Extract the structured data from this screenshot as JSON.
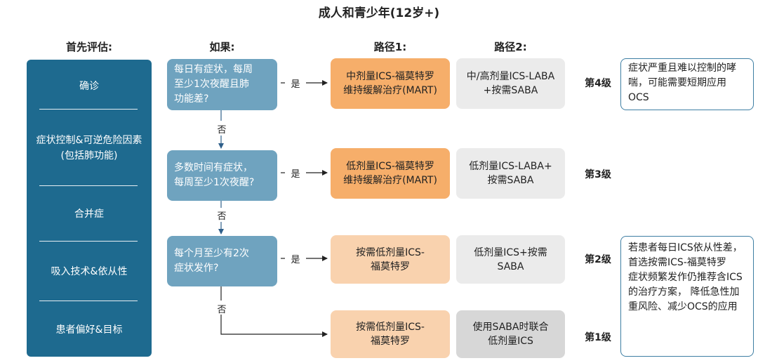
{
  "title": "成人和青少年(12岁+)",
  "headers": {
    "assess": "首先评估:",
    "if": "如果:",
    "path1": "路径1:",
    "path2": "路径2:"
  },
  "assessment": [
    "确诊",
    "症状控制&可逆危险因素\n(包括肺功能)",
    "合并症",
    "吸入技术&依从性",
    "患者偏好&目标"
  ],
  "conditions": [
    "每日有症状，每周\n至少1次夜醒且肺\n功能差?",
    "多数时间有症状，\n每周至少1次夜醒?",
    "每个月至少有2次\n症状发作?"
  ],
  "yes_label": "是",
  "no_label": "否",
  "path1": [
    "中剂量ICS-福莫特罗\n维持缓解治疗(MART)",
    "低剂量ICS-福莫特罗\n维持缓解治疗(MART)",
    "按需低剂量ICS-\n福莫特罗",
    "按需低剂量ICS-\n福莫特罗"
  ],
  "path2": [
    "中/高剂量ICS-LABA\n+按需SABA",
    "低剂量ICS-LABA+\n按需SABA",
    "低剂量ICS+按需\nSABA",
    "使用SABA时联合\n低剂量ICS"
  ],
  "levels": [
    "第4级",
    "第3级",
    "第2级",
    "第1级"
  ],
  "notes": {
    "top": "症状严重且难以控制的哮喘，可能需要短期应用OCS",
    "bottom": "若患者每日ICS依从性差，首选按需ICS-福莫特罗\n症状频繁发作仍推荐含ICS的治疗方案， 降低急性加重风险、减少OCS的应用"
  },
  "colors": {
    "assess_bg": "#1e6a8f",
    "condition_bg": "#6fa3bf",
    "path1_dark": "#f6ae6a",
    "path1_light": "#f9d2ae",
    "path2_light": "#ebebeb",
    "path2_dark": "#d7d7d7",
    "note_border": "#3d7ea3"
  }
}
